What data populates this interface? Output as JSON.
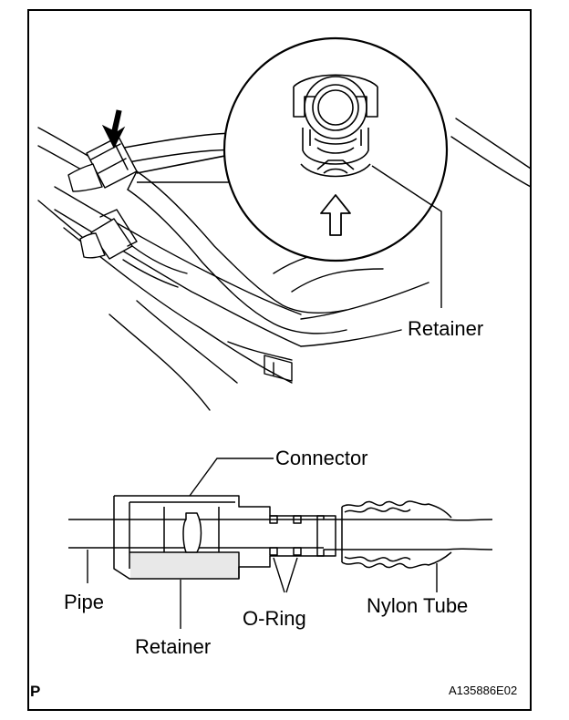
{
  "labels": {
    "retainer_top": "Retainer",
    "connector": "Connector",
    "pipe": "Pipe",
    "o_ring": "O-Ring",
    "nylon_tube": "Nylon Tube",
    "retainer_bottom": "Retainer",
    "corner_letter": "P",
    "figure_code": "A135886E02"
  },
  "colors": {
    "ink": "#000000",
    "paper": "#ffffff",
    "shade": "#d8d8d8"
  }
}
